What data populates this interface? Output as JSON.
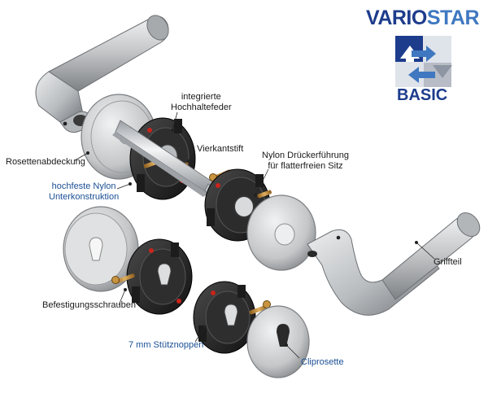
{
  "logo": {
    "brand_part1": "VARIO",
    "brand_part2": "STAR",
    "sub": "BASIC",
    "colors": {
      "dark_blue": "#1d3c8c",
      "light_blue": "#3f78c0",
      "grey": "#b7bcc6"
    }
  },
  "labels": {
    "integrierte_hochhaltefeder": [
      "integrierte",
      "Hochhaltefeder"
    ],
    "vierkantstift": "Vierkantstift",
    "nylon_drueckerfuehrung": [
      "Nylon Drückerführung",
      "für flatterfreien Sitz"
    ],
    "rosettenabdeckung": "Rosettenabdeckung",
    "hochfeste_nylon": [
      "hochfeste Nylon",
      "Unterkonstruktion"
    ],
    "griffteil": "Griffteil",
    "befestigungsschrauben": "Befestigungsschrauben",
    "stuetznoppen": "7 mm Stütznoppen",
    "cliprosette": "Cliprosette"
  },
  "colors": {
    "label_text": "#1a1a1a",
    "highlight_text": "#1a4f95",
    "metal": "#c9cbcd",
    "nylon": "#222222"
  }
}
